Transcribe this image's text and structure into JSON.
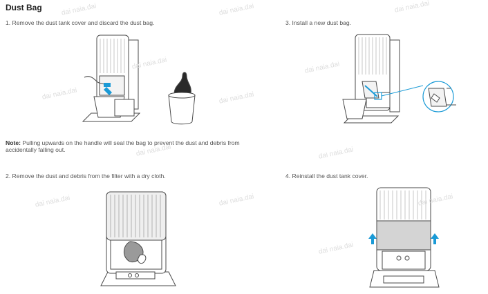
{
  "section_title": "Dust Bag",
  "steps": {
    "step1": "1. Remove the dust tank cover and discard the dust bag.",
    "step2": "2. Remove the dust and debris from the filter with a dry cloth.",
    "step3": "3. Install a new dust bag.",
    "step4": "4. Reinstall the dust tank cover."
  },
  "note": {
    "label": "Note:",
    "text": "Pulling upwards on the handle will seal the bag to prevent the dust and debris from accidentally falling out."
  },
  "watermark": "dai naia.dai",
  "colors": {
    "accent": "#1a9ad6",
    "line": "#4a4a4a",
    "tank_stripe": "#c7c7c7",
    "watermark": "#dddddd"
  }
}
